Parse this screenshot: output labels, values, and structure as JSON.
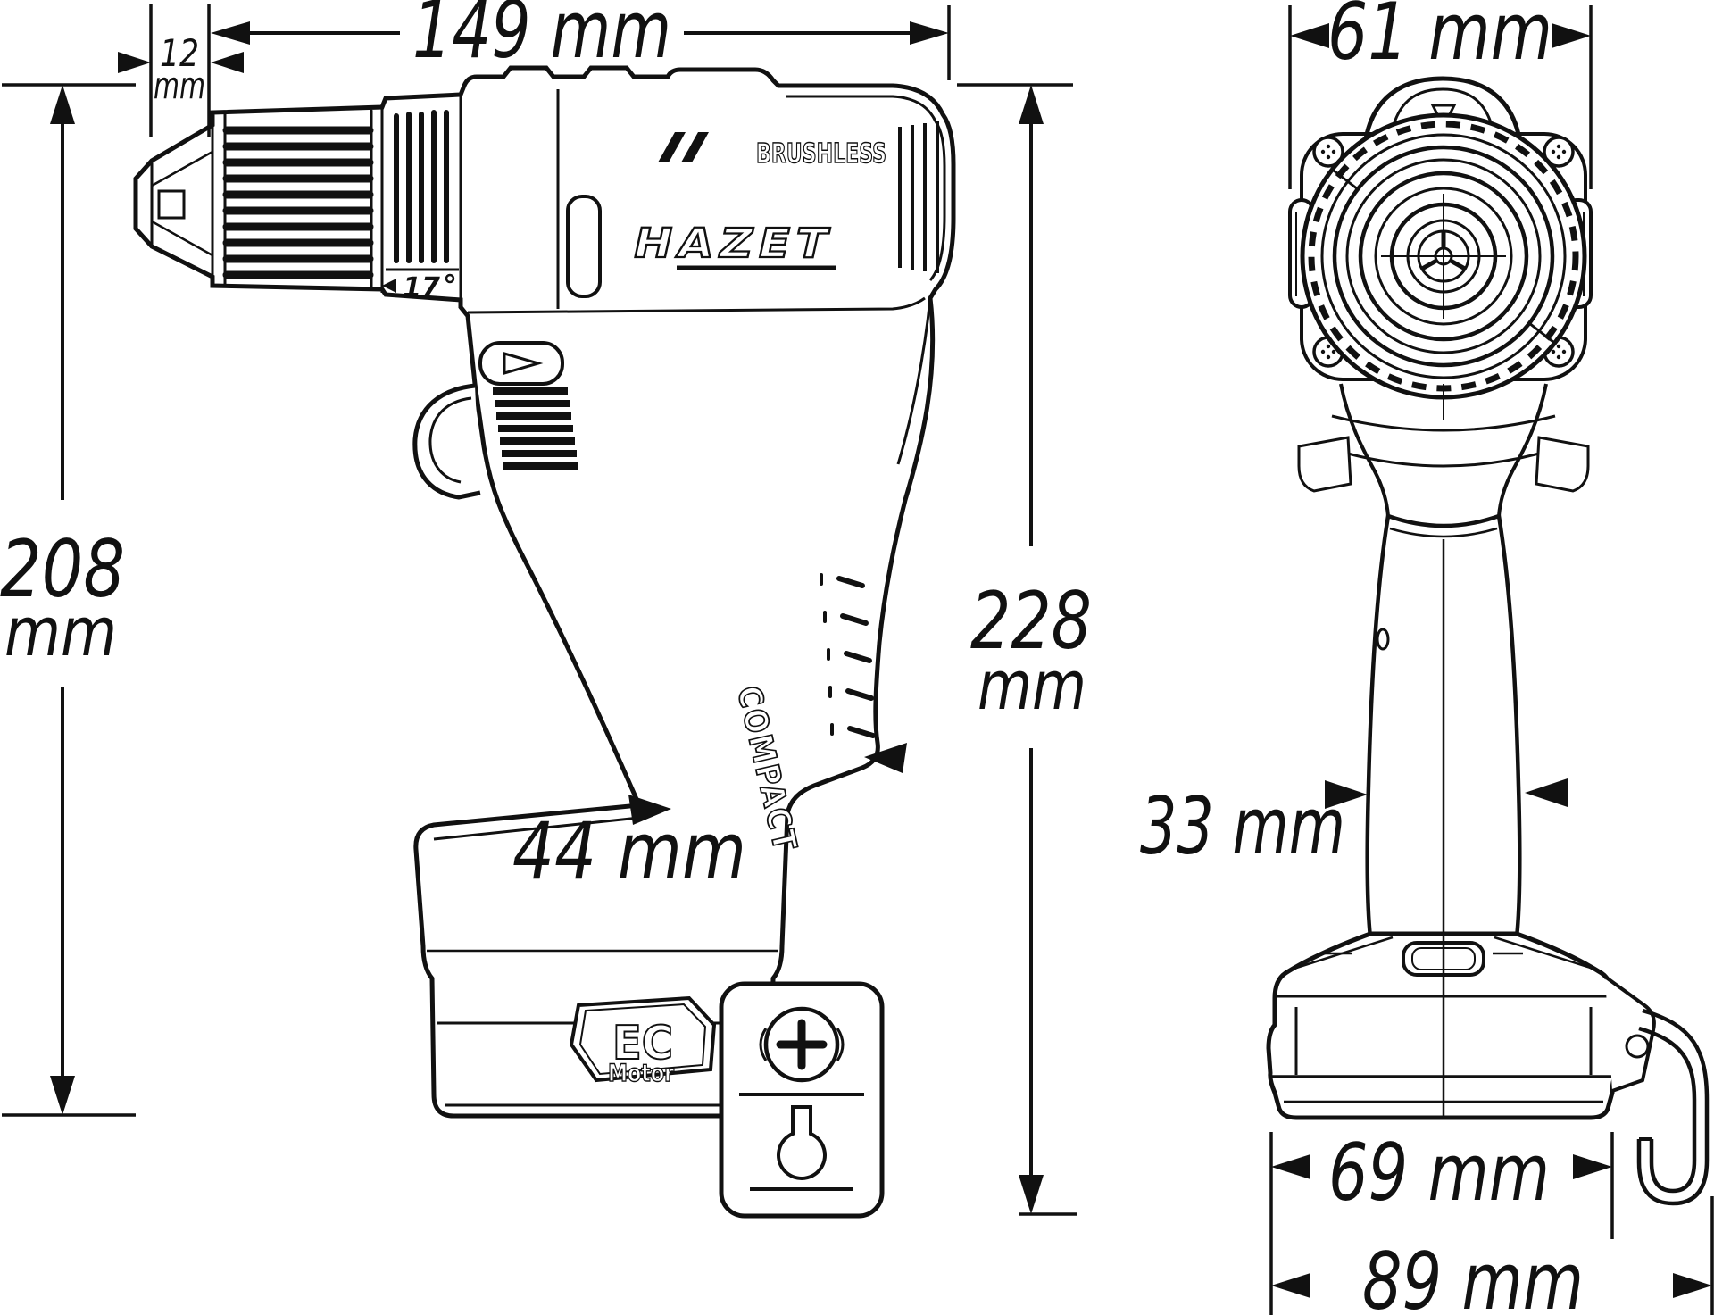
{
  "meta": {
    "drawing_type": "dimensional line drawing, cordless drill, two orthographic views",
    "background": "#ffffff",
    "line_color": "#111111"
  },
  "dims": {
    "length_total": "149 mm",
    "chuck_tip_value": "12",
    "chuck_tip_unit": "mm",
    "head_width": "61 mm",
    "height_body_value": "208",
    "height_body_unit": "mm",
    "height_total_value": "228",
    "height_total_unit": "mm",
    "grip_depth": "44 mm",
    "grip_width": "33 mm",
    "base_width": "69 mm",
    "width_with_clip": "89 mm"
  },
  "labels": {
    "brand": "HAZET",
    "motor_tech": "BRUSHLESS",
    "grip": "COMPACT",
    "motor_badge_line1": "EC",
    "motor_badge_line2": "Motor",
    "torque_mark": "17"
  }
}
